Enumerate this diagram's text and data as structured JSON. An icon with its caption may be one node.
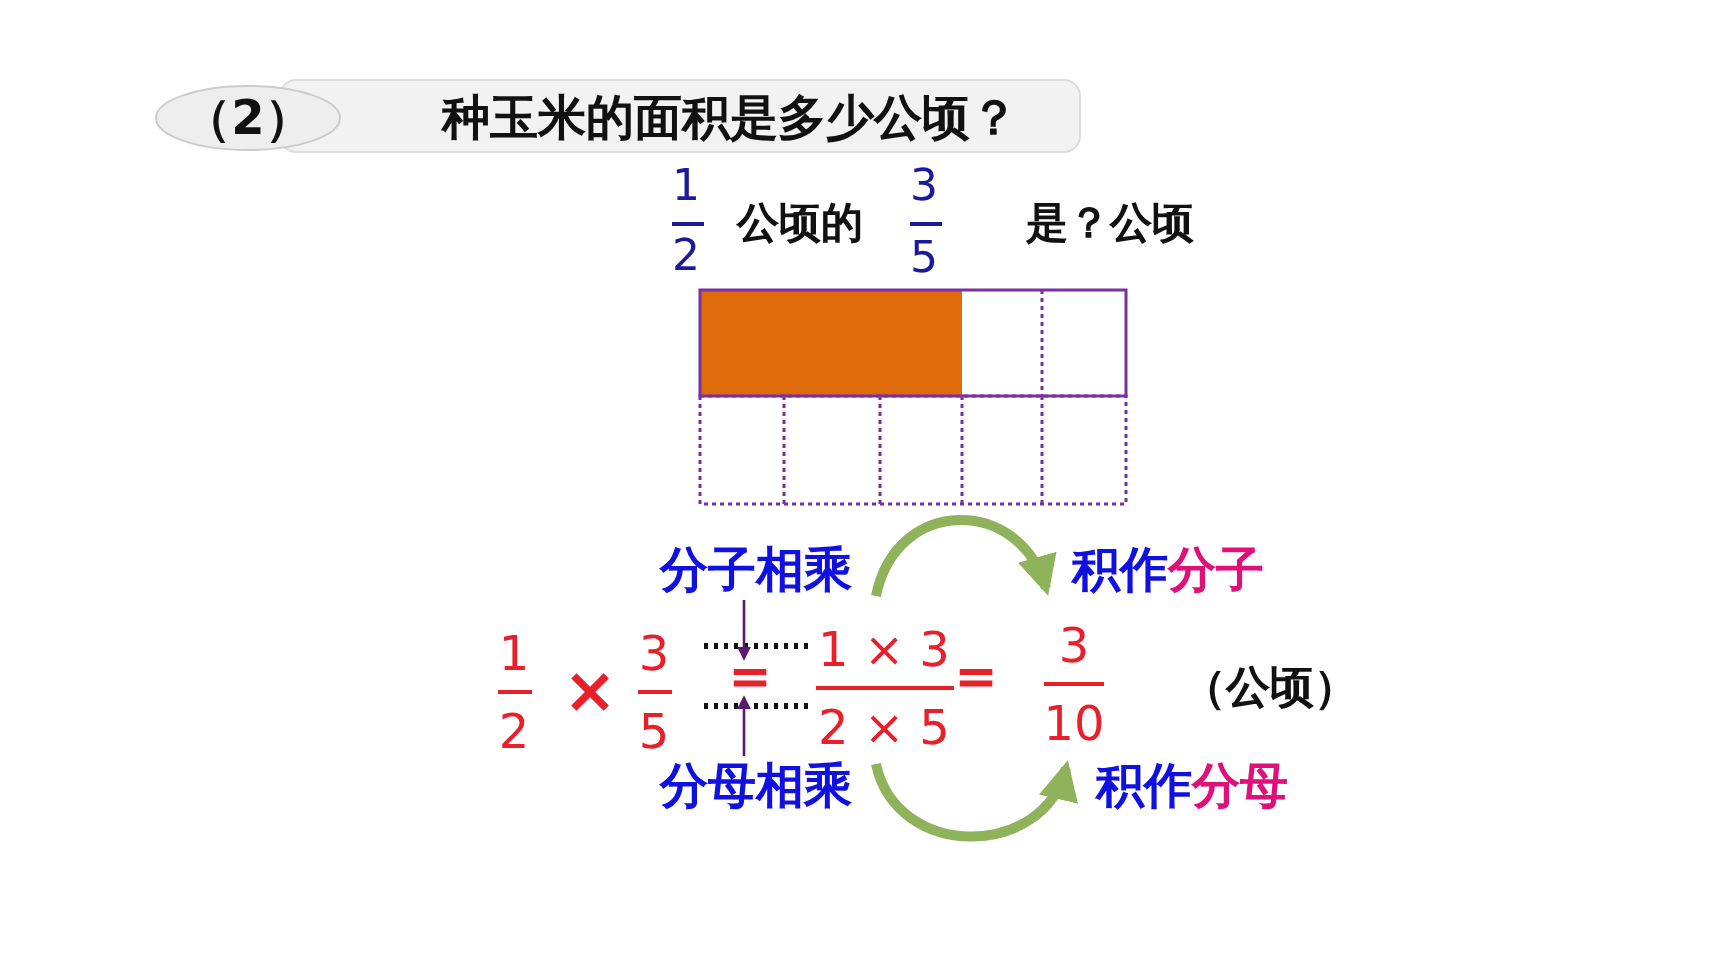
{
  "diagram": {
    "title": "种玉米的面积是多少公顷？",
    "nodes": [
      {
        "text": [
          "分子相乘"
        ]
      },
      {
        "text": [
          "积作",
          "分子"
        ]
      },
      {
        "text": [
          "分母相乘"
        ]
      },
      {
        "text": [
          "积作",
          "分母"
        ]
      },
      {
        "text": [
          "="
        ]
      }
    ],
    "edges": [
      {
        "from": 0,
        "to": 1,
        "arrow": "to",
        "style": "thick",
        "color": "#8fb35a"
      },
      {
        "from": 2,
        "to": 3,
        "arrow": "to",
        "style": "thick",
        "color": "#8fb35a"
      },
      {
        "from": 0,
        "to": 4,
        "arrow": "to",
        "color": "#5c1a6e"
      },
      {
        "from": 2,
        "to": 4,
        "arrow": "to",
        "color": "#5c1a6e"
      }
    ],
    "labels": [
      "（2）",
      "1",
      "2",
      "公顷的",
      "3",
      "5",
      "是？公顷",
      "1",
      "2",
      "×",
      "3",
      "5",
      "1 × 3",
      "2 × 5",
      "=",
      "3",
      "10",
      "（公顷）"
    ]
  }
}
